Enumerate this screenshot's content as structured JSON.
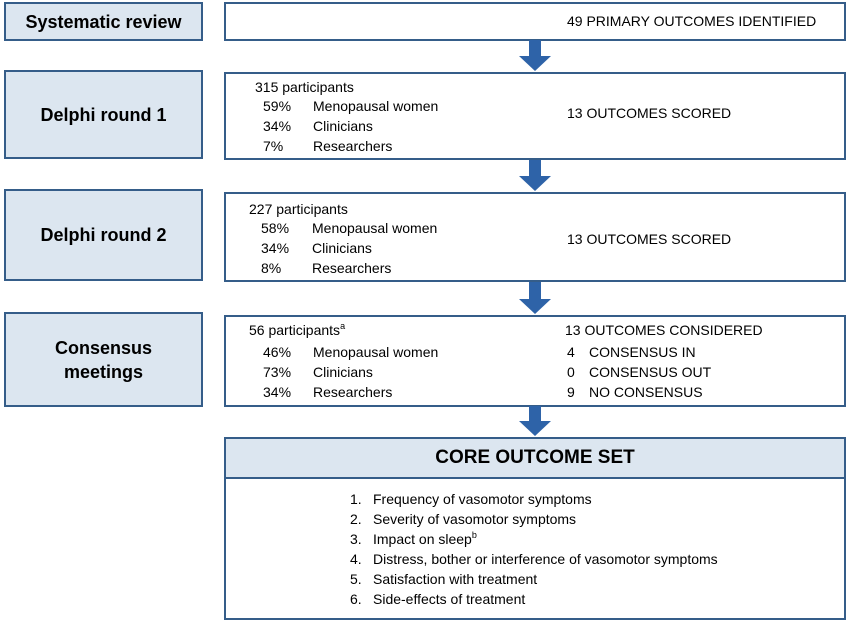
{
  "colors": {
    "border": "#355d89",
    "stage_fill": "#dce6f0",
    "arrow": "#2e63a8"
  },
  "stages": {
    "systematic_review": "Systematic review",
    "delphi_1": "Delphi round  1",
    "delphi_2": "Delphi round  2",
    "consensus_line1": "Consensus",
    "consensus_line2": "meetings"
  },
  "systematic_review": {
    "outcomes": "49 PRIMARY OUTCOMES IDENTIFIED"
  },
  "delphi_1": {
    "participants": "315 participants",
    "rows": [
      {
        "pct": "59%",
        "group": "Menopausal women"
      },
      {
        "pct": "34%",
        "group": "Clinicians"
      },
      {
        "pct": "7%",
        "group": "Researchers"
      }
    ],
    "outcomes": "13 OUTCOMES SCORED"
  },
  "delphi_2": {
    "participants": "227 participants",
    "rows": [
      {
        "pct": "58%",
        "group": "Menopausal women"
      },
      {
        "pct": "34%",
        "group": "Clinicians"
      },
      {
        "pct": "8%",
        "group": "Researchers"
      }
    ],
    "outcomes": "13 OUTCOMES SCORED"
  },
  "consensus": {
    "participants": "56 participants",
    "participants_sup": "a",
    "rows": [
      {
        "pct": "46%",
        "group": "Menopausal women"
      },
      {
        "pct": "73%",
        "group": "Clinicians"
      },
      {
        "pct": "34%",
        "group": "Researchers"
      }
    ],
    "outcomes_title": "13 OUTCOMES CONSIDERED",
    "results": [
      {
        "n": "4",
        "label": "CONSENSUS IN"
      },
      {
        "n": "0",
        "label": "CONSENSUS OUT"
      },
      {
        "n": "9",
        "label": "NO CONSENSUS"
      }
    ]
  },
  "core": {
    "title": "CORE OUTCOME SET",
    "items": [
      {
        "num": "1.",
        "text": "Frequency of vasomotor symptoms",
        "sup": ""
      },
      {
        "num": "2.",
        "text": "Severity of vasomotor symptoms",
        "sup": ""
      },
      {
        "num": "3.",
        "text": "Impact on sleep",
        "sup": "b"
      },
      {
        "num": "4.",
        "text": "Distress, bother or interference of vasomotor symptoms",
        "sup": ""
      },
      {
        "num": "5.",
        "text": "Satisfaction with treatment",
        "sup": ""
      },
      {
        "num": "6.",
        "text": "Side-effects of treatment",
        "sup": ""
      }
    ]
  }
}
